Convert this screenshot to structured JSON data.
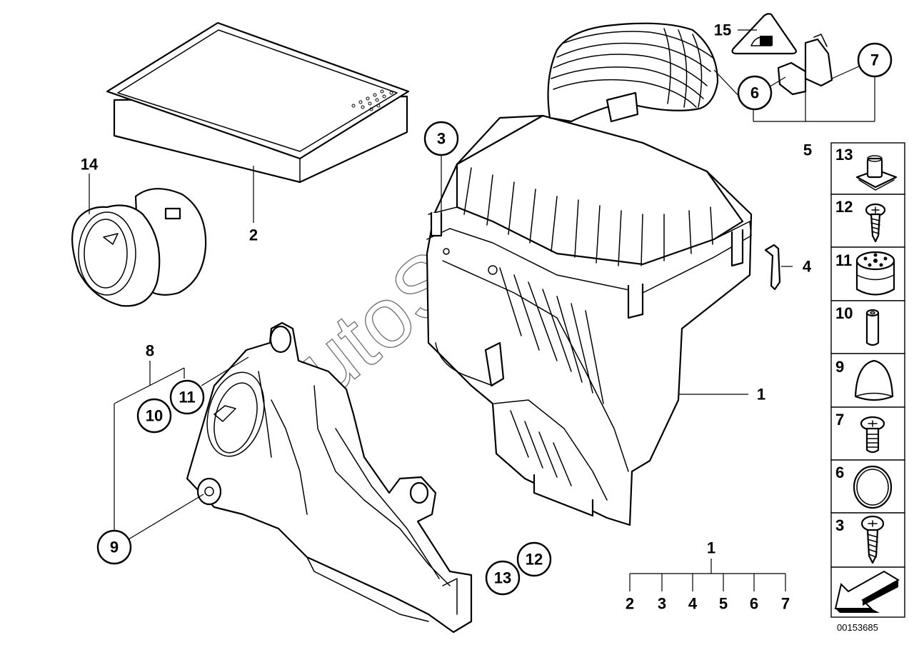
{
  "watermark": "AutoSoft",
  "document_number": "00153685",
  "callouts": {
    "c1": "1",
    "c2": "2",
    "c3": "3",
    "c4": "4",
    "c5": "5",
    "c6": "6",
    "c7": "7",
    "c8": "8",
    "c9": "9",
    "c10": "10",
    "c11": "11",
    "c12": "12",
    "c13": "13",
    "c14": "14",
    "c15": "15"
  },
  "assembly_tree": {
    "root": "1",
    "children": [
      "2",
      "3",
      "4",
      "5",
      "6",
      "7"
    ]
  },
  "hardware_panel": [
    {
      "number": "13",
      "icon": "clip-nut-icon"
    },
    {
      "number": "12",
      "icon": "sheet-metal-screw-icon"
    },
    {
      "number": "11",
      "icon": "rubber-mount-icon"
    },
    {
      "number": "10",
      "icon": "sleeve-icon"
    },
    {
      "number": "9",
      "icon": "rubber-cap-icon"
    },
    {
      "number": "7",
      "icon": "torx-bolt-icon"
    },
    {
      "number": "6",
      "icon": "o-ring-icon"
    },
    {
      "number": "3",
      "icon": "tapping-screw-icon"
    },
    {
      "number": "",
      "icon": "arrow-icon"
    }
  ]
}
